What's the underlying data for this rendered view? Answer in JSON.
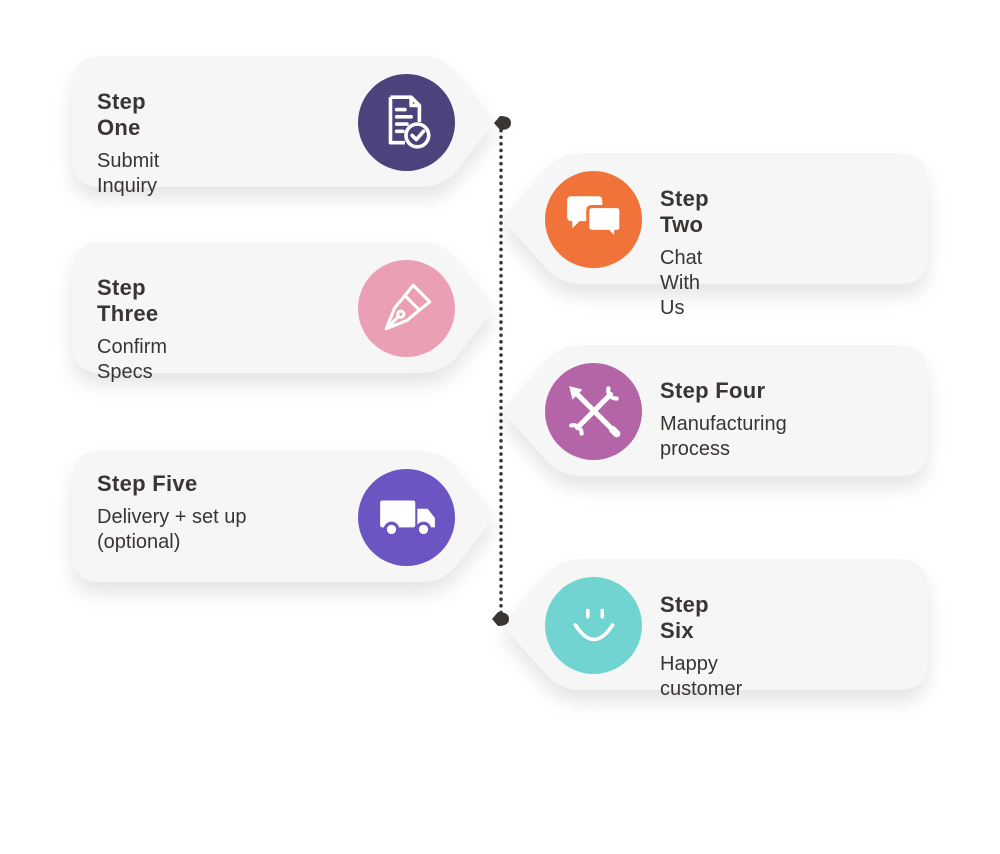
{
  "steps": [
    {
      "title": "Step One",
      "subtitle": "Submit Inquiry",
      "icon": "document-check-icon",
      "color": "#4a437c",
      "side": "left"
    },
    {
      "title": "Step Two",
      "subtitle": "Chat With Us",
      "icon": "chat-bubbles-icon",
      "color": "#f07339",
      "side": "right"
    },
    {
      "title": "Step Three",
      "subtitle": "Confirm Specs",
      "icon": "pen-nib-icon",
      "color": "#eb9fb4",
      "side": "left"
    },
    {
      "title": "Step Four",
      "subtitle": "Manufacturing process",
      "icon": "wrench-tools-icon",
      "color": "#b465a8",
      "side": "right"
    },
    {
      "title": "Step Five",
      "subtitle": "Delivery + set up (optional)",
      "icon": "truck-icon",
      "color": "#6c55c2",
      "side": "left"
    },
    {
      "title": "Step Six",
      "subtitle": "Happy customer",
      "icon": "smiley-face-icon",
      "color": "#72d4d0",
      "side": "right"
    }
  ]
}
